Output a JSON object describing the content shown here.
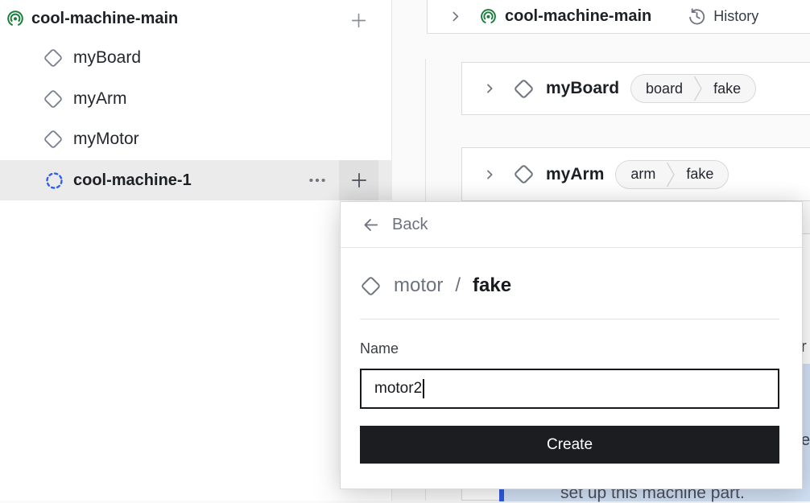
{
  "sidebar": {
    "machine": {
      "label": "cool-machine-main",
      "icon": "machine-online-icon",
      "add_icon": "plus-icon"
    },
    "children": [
      {
        "label": "myBoard",
        "icon": "component-diamond-icon"
      },
      {
        "label": "myArm",
        "icon": "component-diamond-icon"
      },
      {
        "label": "myMotor",
        "icon": "component-diamond-icon"
      },
      {
        "label": "cool-machine-1",
        "icon": "dashed-circle-icon",
        "selected": true,
        "actions": [
          "ellipsis-menu-icon",
          "plus-icon"
        ]
      }
    ]
  },
  "main": {
    "header": {
      "collapse_icon": "chevron-right-icon",
      "machine_icon": "machine-online-icon",
      "title": "cool-machine-main",
      "history": {
        "icon": "history-clock-icon",
        "label": "History"
      }
    },
    "cards": [
      {
        "icon": "component-diamond-icon",
        "title": "myBoard",
        "badges": [
          "board",
          "fake"
        ]
      },
      {
        "icon": "component-diamond-icon",
        "title": "myArm",
        "badges": [
          "arm",
          "fake"
        ]
      }
    ],
    "alert": {
      "visible_text": "set up this machine part.",
      "fragment_above_right_edge": "r",
      "fragment_line_end_right_edge": "e"
    }
  },
  "dialog": {
    "back_label": "Back",
    "back_icon": "back-arrow-icon",
    "subject": {
      "icon": "component-diamond-icon",
      "type": "motor",
      "separator": "/",
      "model": "fake"
    },
    "name_label": "Name",
    "name_value": "motor2",
    "create_label": "Create"
  },
  "colors": {
    "machine_online_green": "#1b7d3c",
    "provisional_blue": "#2f5fe8",
    "alert_bar_blue": "#2d5ce5",
    "alert_bg_blue": "#d3e2f6",
    "selected_row_gray": "#ebebeb",
    "create_button_dark": "#1b1d21"
  }
}
